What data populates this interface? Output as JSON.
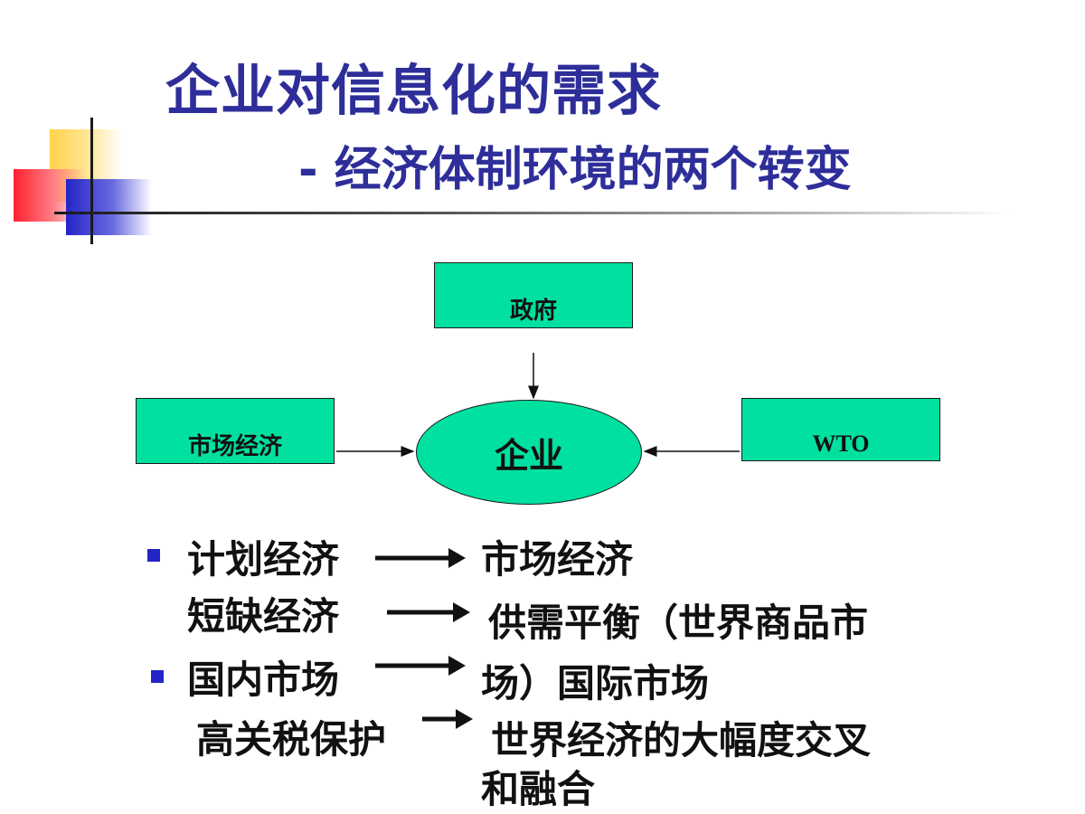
{
  "slide": {
    "title": "企业对信息化的需求",
    "subtitle": "- 经济体制环境的两个转变"
  },
  "diagram": {
    "top_box": "政府",
    "left_box": "市场经济",
    "right_box": "WTO",
    "center": "企业"
  },
  "transitions": {
    "row1_from": "计划经济",
    "row1_to": "市场经济",
    "row2_from": "短缺经济",
    "row2_to_line1": "供需平衡（世界商品市",
    "row2_to_line2": "场）国际市场",
    "row3_from": "国内市场",
    "row4_from": "高关税保护",
    "row4_to_line1": "世界经济的大幅度交叉",
    "row4_to_line2": "和融合"
  },
  "colors": {
    "title": "#2e2e9a",
    "box_fill": "#00e0a0",
    "bullet": "#2424c8"
  }
}
